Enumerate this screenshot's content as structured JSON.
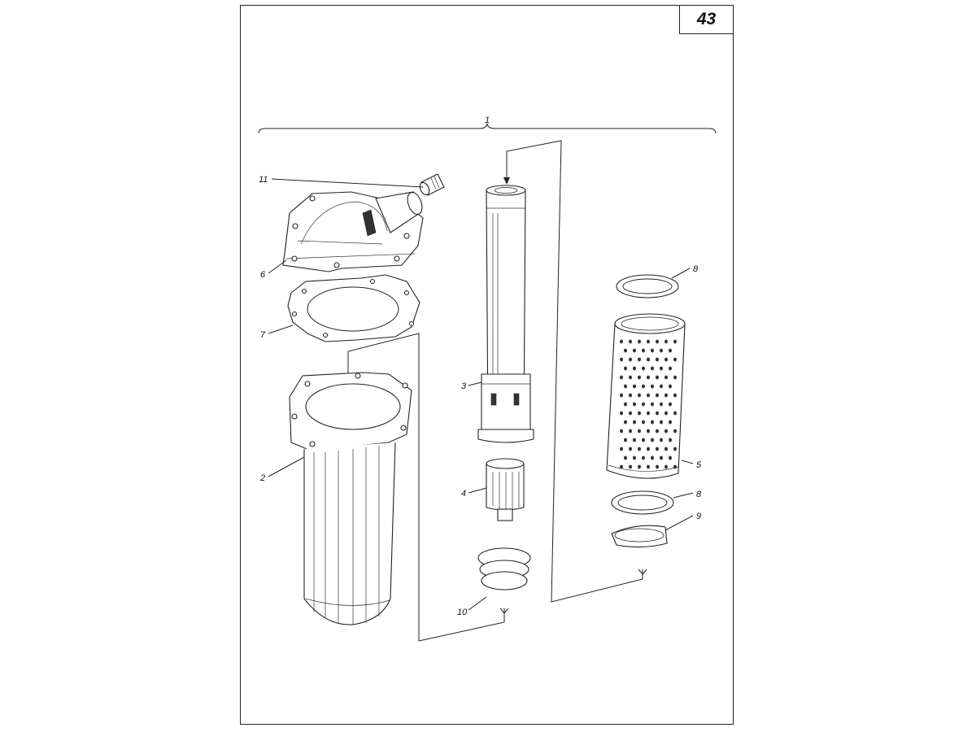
{
  "page_number": "43",
  "labels": {
    "l1": "1",
    "l2": "2",
    "l3": "3",
    "l4": "4",
    "l5": "5",
    "l6": "6",
    "l7": "7",
    "l8a": "8",
    "l8b": "8",
    "l9": "9",
    "l10": "10",
    "l11": "11"
  }
}
